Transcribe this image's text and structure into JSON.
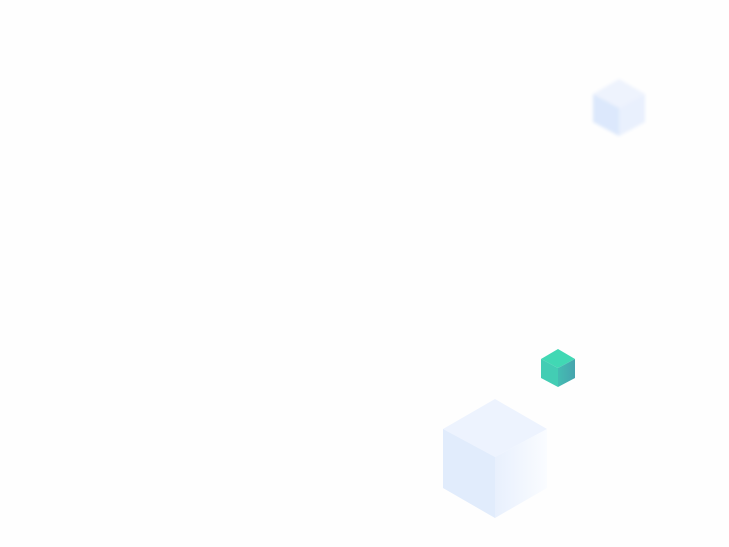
{
  "background": "#fefefe",
  "decorations": {
    "cubes": [
      {
        "name": "blurred-blue-cube",
        "top": "#eef3fd",
        "left": "#dbe7fc",
        "right": "#e8effd"
      },
      {
        "name": "green-cube",
        "top": "#41d8b4",
        "left": "#43cdb4",
        "right": "#45aab0"
      },
      {
        "name": "large-blue-cube",
        "top": "#edf3fe",
        "left": "#e1ecfc",
        "right": "#eef4fe"
      }
    ]
  }
}
